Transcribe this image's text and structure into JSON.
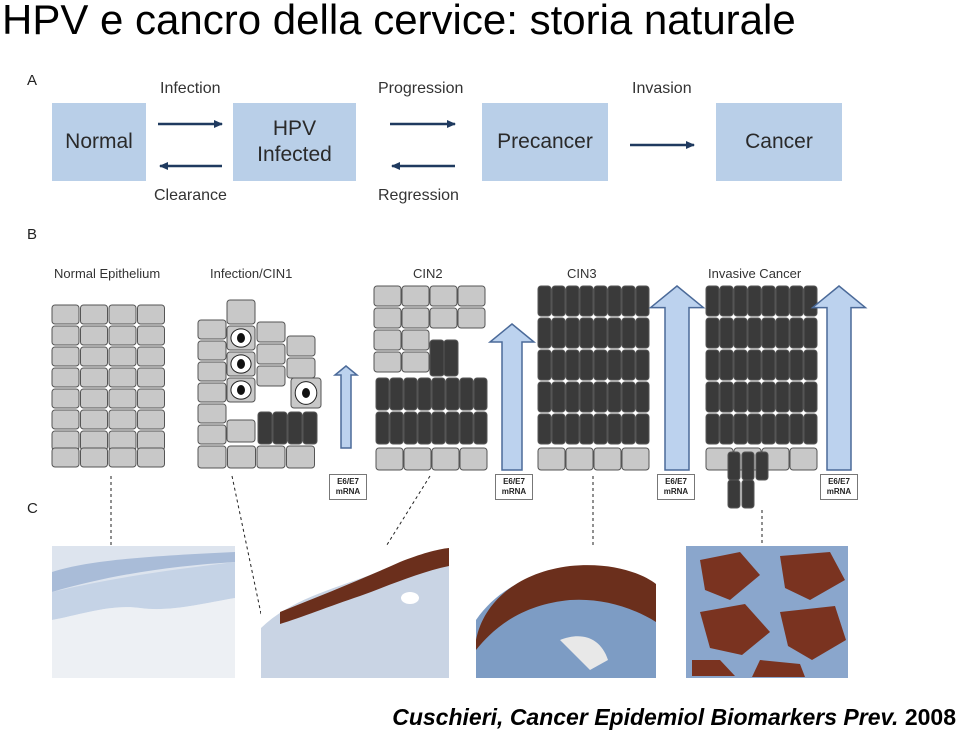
{
  "title": "HPV e cancro della cervice: storia naturale",
  "panel_a": {
    "letter": "A",
    "stages": [
      "Normal",
      "HPV\nInfected",
      "Precancer",
      "Cancer"
    ],
    "forward_labels": [
      "Infection",
      "Progression",
      "Invasion"
    ],
    "backward_labels": [
      "Clearance",
      "Regression"
    ]
  },
  "panel_b": {
    "letter": "B",
    "columns": [
      "Normal Epithelium",
      "Infection/CIN1",
      "CIN2",
      "CIN3",
      "Invasive Cancer"
    ],
    "mrna_label": "E6/E7\nmRNA"
  },
  "panel_c": {
    "letter": "C"
  },
  "citation": {
    "text": "Cuschieri, Cancer Epidemiol Biomarkers Prev.",
    "year": "2008"
  },
  "colors": {
    "stage_box": "#b9cfe8",
    "arrow": "#1f3a5f",
    "cell_light": "#c8c8c8",
    "cell_dark": "#3a3a3a",
    "upward_arrow_fill": "#bcd2ee",
    "stain_brown": "#6b2f1c",
    "stain_blue": "#8aa6cc"
  }
}
